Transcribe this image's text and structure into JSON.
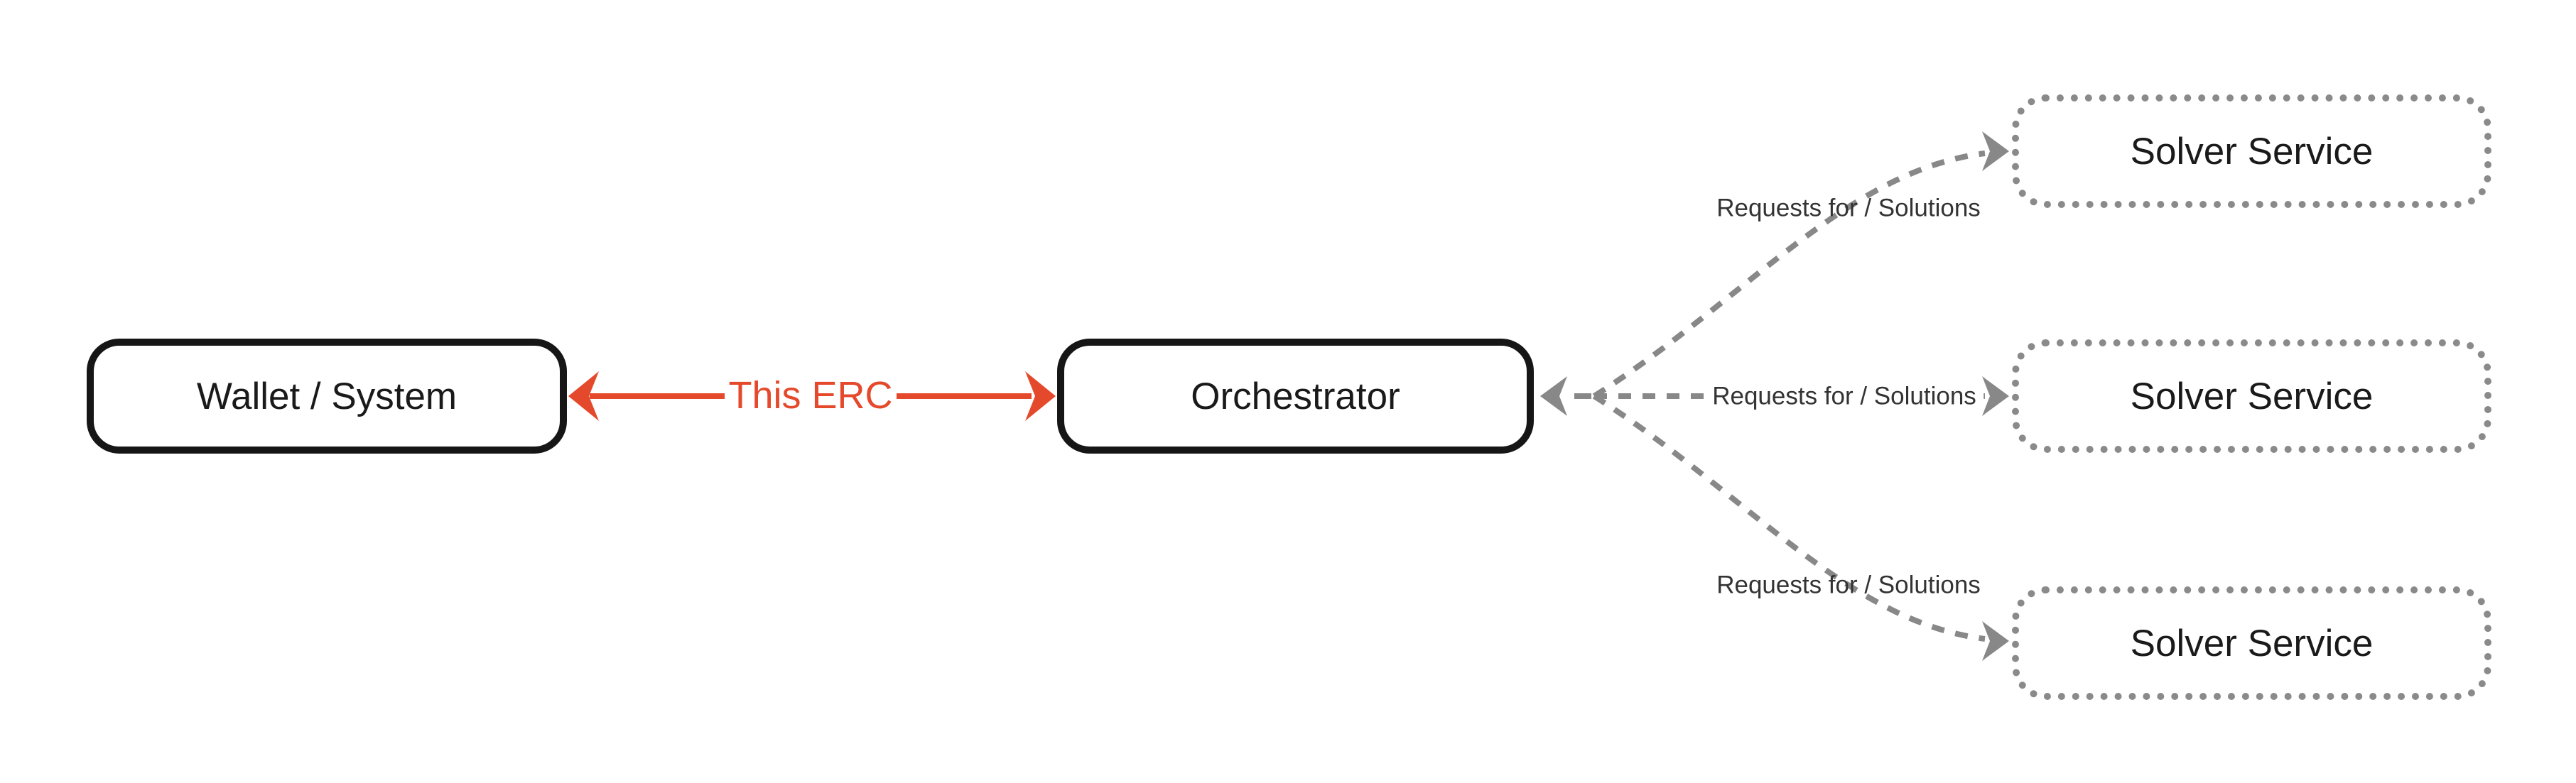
{
  "title": "ERC orchestrator and solver services diagram",
  "nodes": {
    "wallet": {
      "label": "Wallet / System",
      "border_style": "solid"
    },
    "orchestrator": {
      "label": "Orchestrator",
      "border_style": "solid"
    },
    "solvers": [
      {
        "label": "Solver Service",
        "border_style": "dotted"
      },
      {
        "label": "Solver Service",
        "border_style": "dotted"
      },
      {
        "label": "Solver Service",
        "border_style": "dotted"
      }
    ]
  },
  "edges": {
    "erc": {
      "label": "This ERC",
      "style": "solid",
      "direction": "bidirectional",
      "color": "#e5492b"
    },
    "requests": [
      {
        "label": "Requests for / Solutions",
        "style": "dashed",
        "direction": "bidirectional"
      },
      {
        "label": "Requests for / Solutions",
        "style": "dashed",
        "direction": "bidirectional"
      },
      {
        "label": "Requests for / Solutions",
        "style": "dashed",
        "direction": "bidirectional"
      }
    ]
  },
  "colors": {
    "background": "#ffffff",
    "node_border_solid": "#161616",
    "node_border_dotted": "#8a8a8a",
    "node_text": "#1a1a1a",
    "dashed_edge": "#888888",
    "request_label_text": "#333333",
    "erc_red": "#e5492b"
  }
}
